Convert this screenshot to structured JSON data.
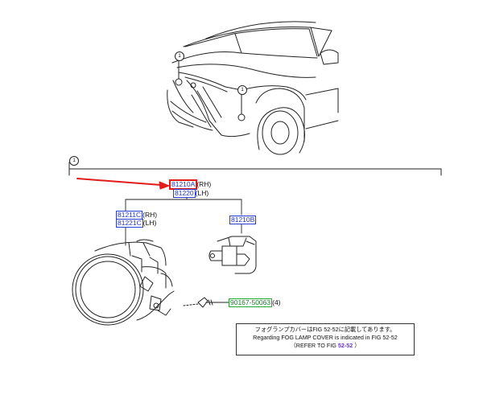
{
  "callout_number": "1",
  "parts": {
    "assembly": {
      "number": "81210A",
      "suffix": "(RH)"
    },
    "assembly_lh": {
      "number": "81220",
      "suffix": "(LH)"
    },
    "lamp_rh": {
      "number": "81211C",
      "suffix": "(RH)"
    },
    "lamp_lh": {
      "number": "81221C",
      "suffix": "(LH)"
    },
    "bulb": {
      "number": "81210B"
    },
    "screw": {
      "number": "90167-50063",
      "suffix": "(4)"
    }
  },
  "note": {
    "line1": "フォグランプカバーはFIG 52-52に記載してあります。",
    "line2": "Regarding FOG LAMP COVER is indicated in FIG 52-52",
    "line3_prefix": "（REFER TO FIG ",
    "line3_fig": "52-52",
    "line3_suffix": "  ）"
  },
  "colors": {
    "part_link": "#2233cc",
    "selected_outline": "#e21b1b",
    "arrow": "#e21b1b",
    "screw_link": "#22aa33"
  }
}
